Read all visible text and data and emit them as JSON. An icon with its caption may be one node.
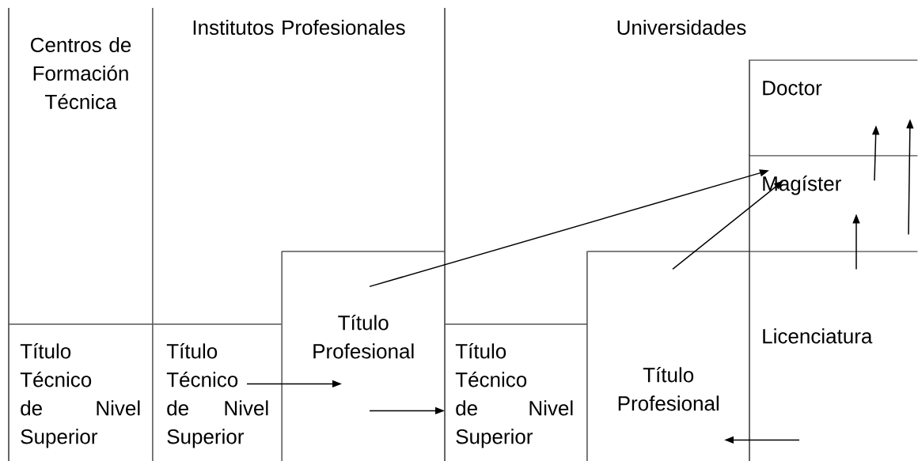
{
  "diagram": {
    "nodes": [
      {
        "text": [
          "Título Técnico de Nivel Superior"
        ]
      },
      {
        "text": [
          "Título Técnico de Nivel Superior"
        ]
      },
      {
        "text": [
          "Título Profesional"
        ]
      },
      {
        "text": [
          "Título Técnico de Nivel Superior"
        ]
      },
      {
        "text": [
          "Título Profesional"
        ]
      },
      {
        "text": [
          "Doctor"
        ]
      },
      {
        "text": [
          "Magíster"
        ]
      },
      {
        "text": [
          "Licenciatura"
        ]
      }
    ],
    "edges": [
      {
        "from": 1,
        "to": 2,
        "arrow": "to"
      },
      {
        "from": 2,
        "to": 3,
        "arrow": "to"
      },
      {
        "from": 2,
        "to": 6,
        "arrow": "to"
      },
      {
        "from": 4,
        "to": 6,
        "arrow": "to"
      },
      {
        "from": 7,
        "to": 4,
        "arrow": "to"
      },
      {
        "from": 7,
        "to": 6,
        "arrow": "to"
      },
      {
        "from": 6,
        "to": 5,
        "arrow": "to"
      },
      {
        "from": 6,
        "to": 5,
        "arrow": "to"
      }
    ],
    "labels": [
      "Centros de Formación Técnica",
      "Institutos Profesionales",
      "Universidades"
    ]
  }
}
